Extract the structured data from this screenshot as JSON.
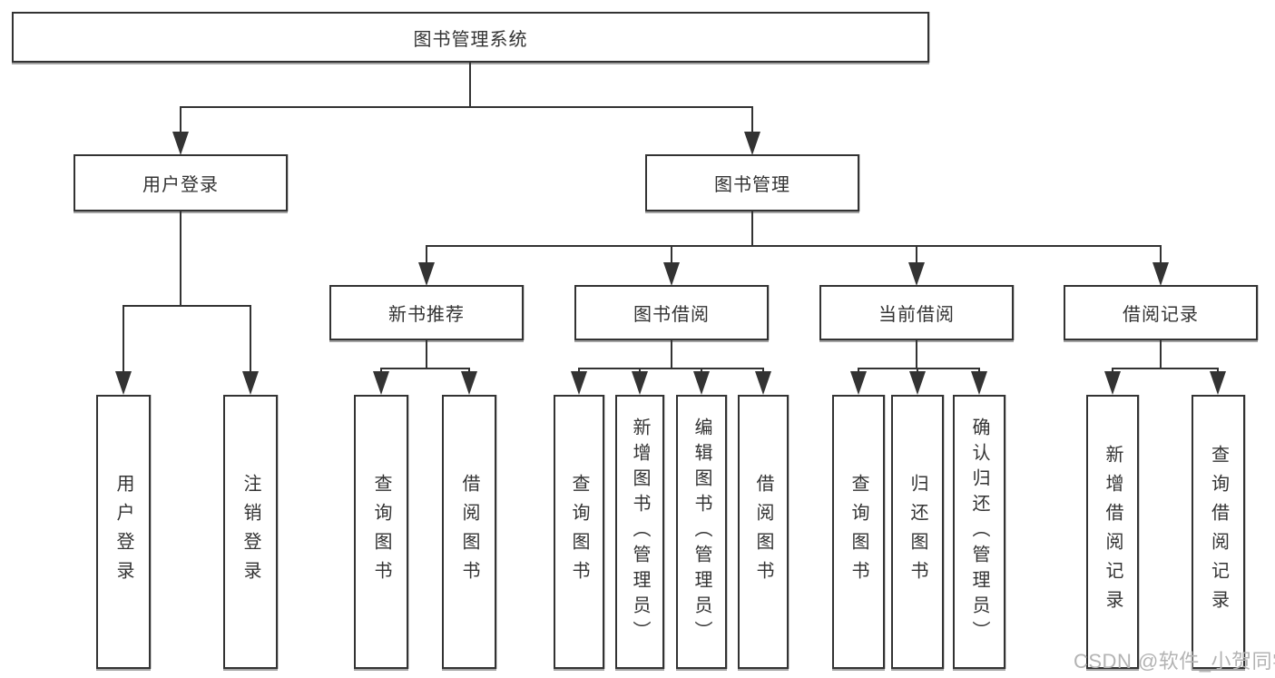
{
  "diagram": {
    "root": "图书管理系统",
    "branches": [
      {
        "label": "用户登录",
        "children": [
          "用户登录",
          "注销登录"
        ]
      },
      {
        "label": "图书管理",
        "modules": [
          {
            "label": "新书推荐",
            "children": [
              "查询图书",
              "借阅图书"
            ]
          },
          {
            "label": "图书借阅",
            "children": [
              "查询图书",
              "新增图书（管理员）",
              "编辑图书（管理员）",
              "借阅图书"
            ]
          },
          {
            "label": "当前借阅",
            "children": [
              "查询图书",
              "归还图书",
              "确认归还（管理员）"
            ]
          },
          {
            "label": "借阅记录",
            "children": [
              "新增借阅记录",
              "查询借阅记录"
            ]
          }
        ]
      }
    ]
  },
  "watermark": {
    "text": "CSDN @软件_小贺同学"
  },
  "colors": {
    "line": "#333333",
    "box_border": "#333333",
    "text": "#333333",
    "watermark": "#b3b3b3",
    "background": "#ffffff"
  }
}
